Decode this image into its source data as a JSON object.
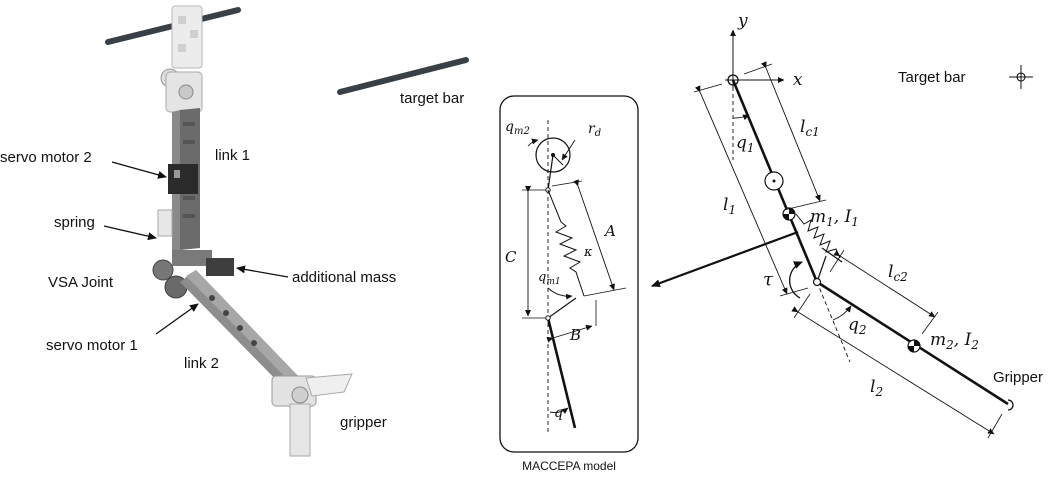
{
  "photo": {
    "target_bar": "target bar",
    "servo_motor_2": "servo motor 2",
    "link_1": "link 1",
    "spring": "spring",
    "vsa_joint": "VSA Joint",
    "additional_mass": "additional mass",
    "servo_motor_1": "servo motor 1",
    "link_2": "link 2",
    "gripper": "gripper"
  },
  "inset": {
    "caption": "MACCEPA model",
    "q_m2": "q",
    "q_m2_sub": "m2",
    "r_d": "r",
    "r_d_sub": "d",
    "A": "A",
    "C": "C",
    "kappa": "κ",
    "q_m1": "q",
    "q_m1_sub": "m1",
    "B": "B",
    "q": "q"
  },
  "schematic": {
    "y_axis": "y",
    "x_axis": "x",
    "target_bar": "Target bar",
    "q1": "q",
    "q1_sub": "1",
    "lc1": "l",
    "lc1_sub": "c1",
    "l1": "l",
    "l1_sub": "1",
    "m1I1": "m",
    "m1_sub": "1",
    "I1_tail": ", I",
    "I1_sub": "1",
    "tau": "τ",
    "lc2": "l",
    "lc2_sub": "c2",
    "q2": "q",
    "q2_sub": "2",
    "m2I2": "m",
    "m2_sub": "2",
    "I2_tail": ", I",
    "I2_sub": "2",
    "l2": "l",
    "l2_sub": "2",
    "gripper": "Gripper"
  },
  "colors": {
    "ink": "#111111",
    "metal": "#6b6b6b",
    "bar": "#3a4048",
    "plastic": "#e9e9e9"
  }
}
